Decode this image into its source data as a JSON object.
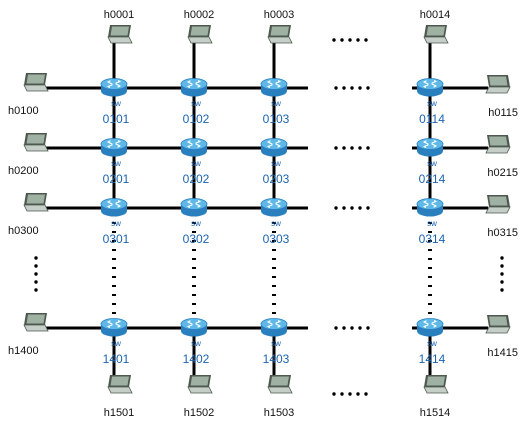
{
  "colors": {
    "link": "#000000",
    "router_top": "#5fb9e8",
    "router_side": "#2a7fbf",
    "router_label": "#1c64b0",
    "laptop_screen": "#9fb1a3",
    "laptop_body": "#4d584f",
    "dots": "#000000"
  },
  "top_hosts": [
    "h0001",
    "h0002",
    "h0003",
    "h0014"
  ],
  "bottom_hosts": [
    "h1501",
    "h1502",
    "h1503",
    "h1514"
  ],
  "left_hosts": [
    "h0100",
    "h0200",
    "h0300",
    "h1400"
  ],
  "right_hosts": [
    "h0115",
    "h0215",
    "h0315",
    "h1415"
  ],
  "switch_type_label": "sw",
  "switches": [
    [
      "0101",
      "0102",
      "0103",
      "0114"
    ],
    [
      "0201",
      "0202",
      "0203",
      "0214"
    ],
    [
      "0301",
      "0302",
      "0303",
      "0314"
    ],
    [
      "1401",
      "1402",
      "1403",
      "1414"
    ]
  ]
}
